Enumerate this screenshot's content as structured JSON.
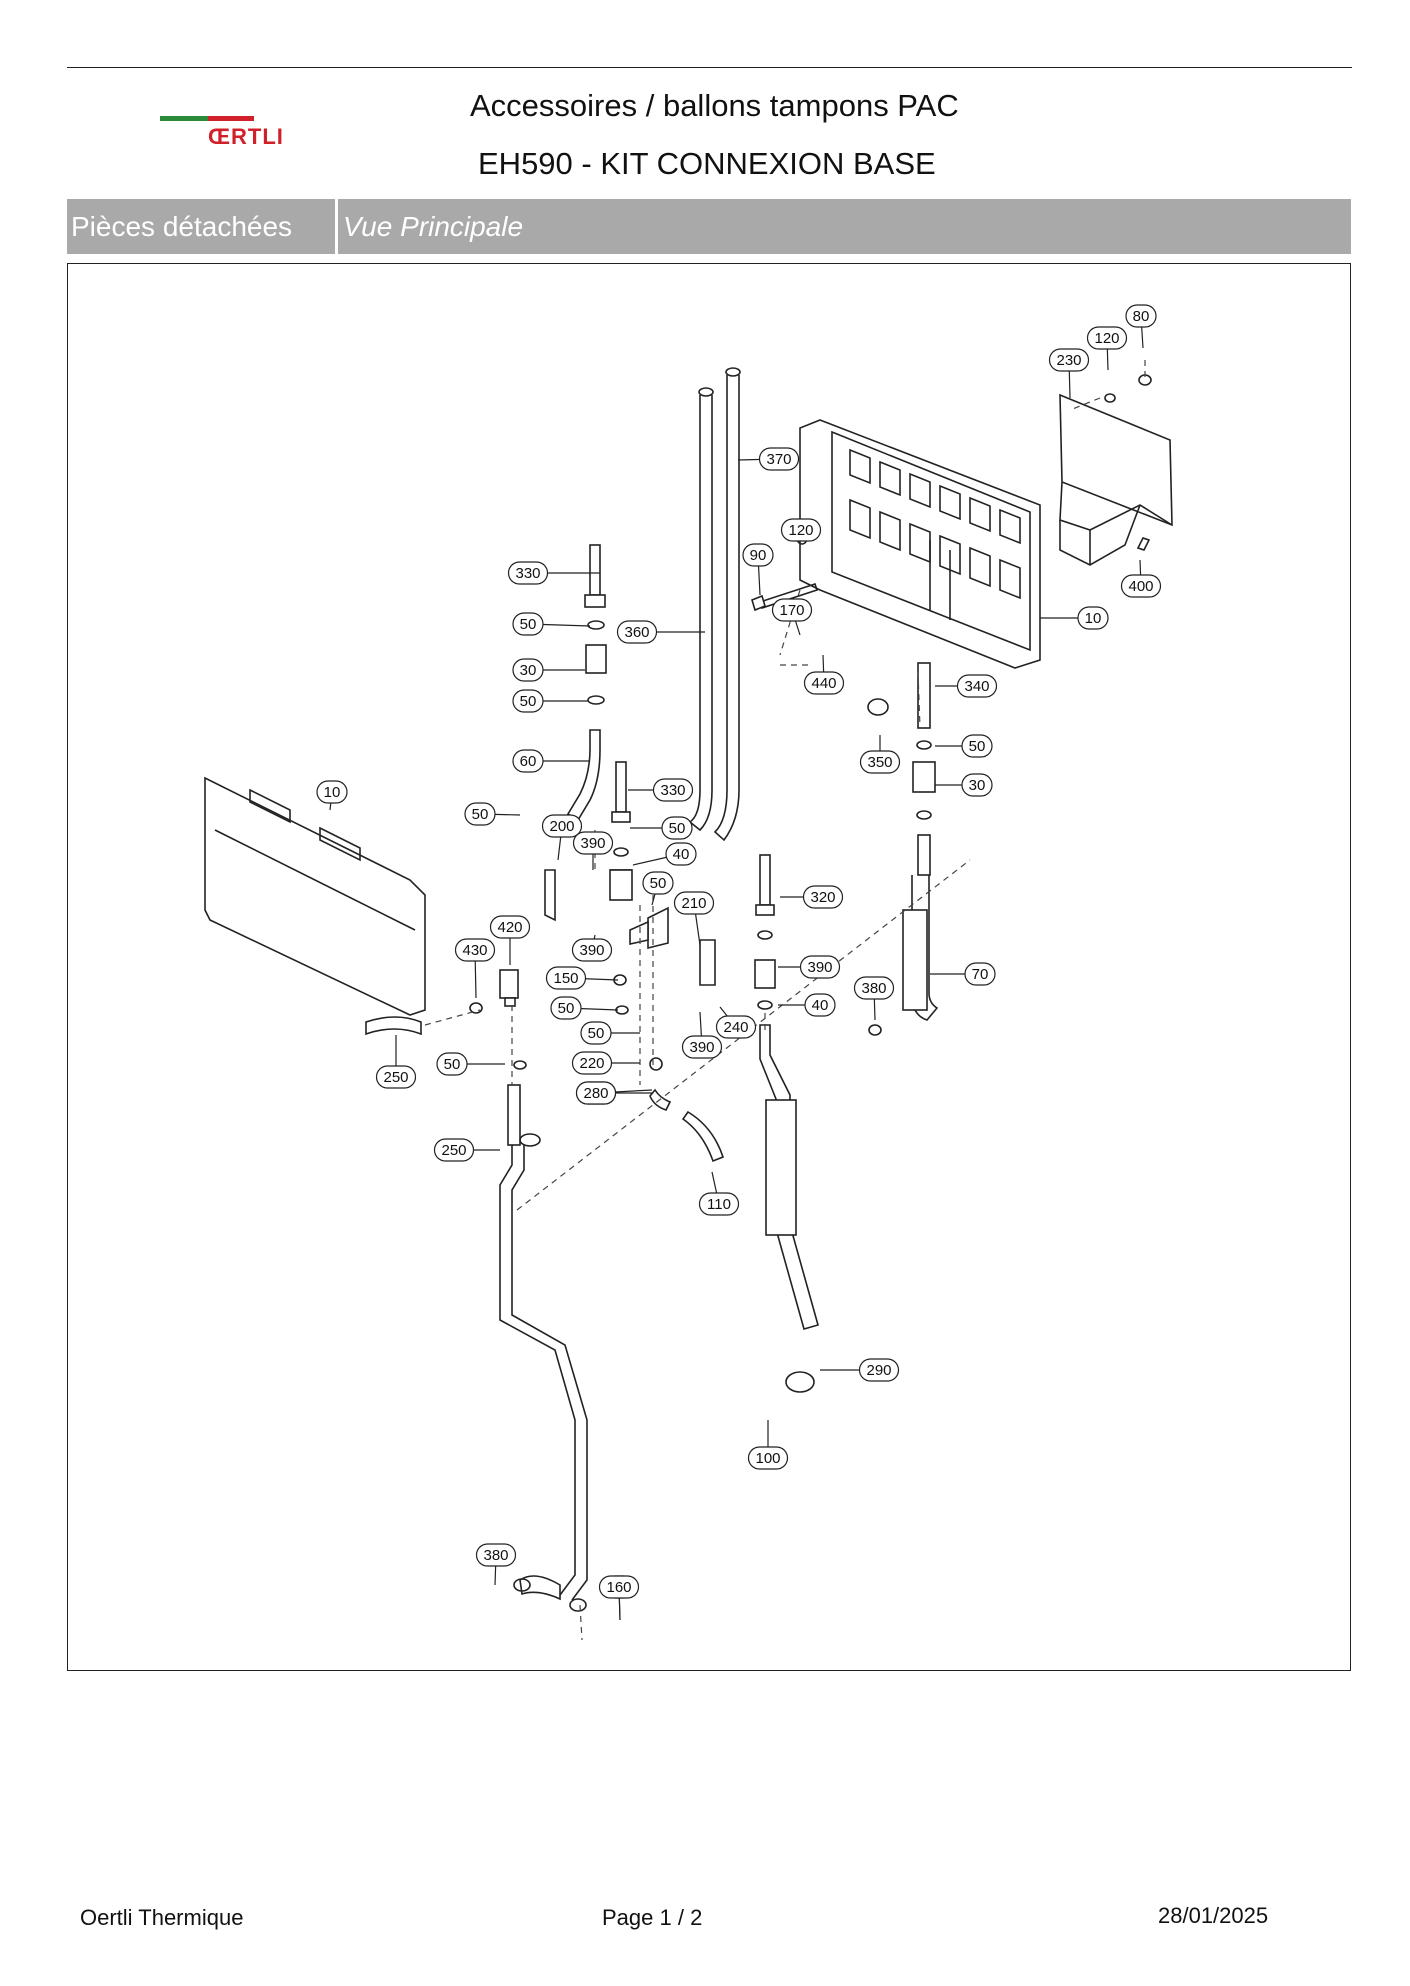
{
  "header": {
    "logo_text": "ŒRTLI",
    "title_line1": "Accessoires / ballons tampons PAC",
    "title_line2": "EH590 - KIT CONNEXION BASE",
    "colors": {
      "logo_green": "#2a8a3a",
      "logo_red": "#d0202a",
      "subheader_bg": "#a9a9a9"
    }
  },
  "subheader": {
    "left_label": "Pièces détachées",
    "right_label": "Vue Principale"
  },
  "callouts": [
    "80",
    "120",
    "230",
    "370",
    "120",
    "90",
    "330",
    "50",
    "360",
    "170",
    "10",
    "400",
    "30",
    "50",
    "440",
    "340",
    "50",
    "60",
    "330",
    "350",
    "30",
    "10",
    "50",
    "50",
    "200",
    "390",
    "40",
    "50",
    "210",
    "390",
    "320",
    "420",
    "430",
    "390",
    "150",
    "50",
    "40",
    "380",
    "70",
    "50",
    "240",
    "390",
    "220",
    "50",
    "160",
    "250",
    "280",
    "250",
    "110",
    "290",
    "100",
    "380",
    "50",
    "160"
  ],
  "footer": {
    "company": "Oertli Thermique",
    "page_label": "Page   1  /  2",
    "date": "28/01/2025"
  }
}
